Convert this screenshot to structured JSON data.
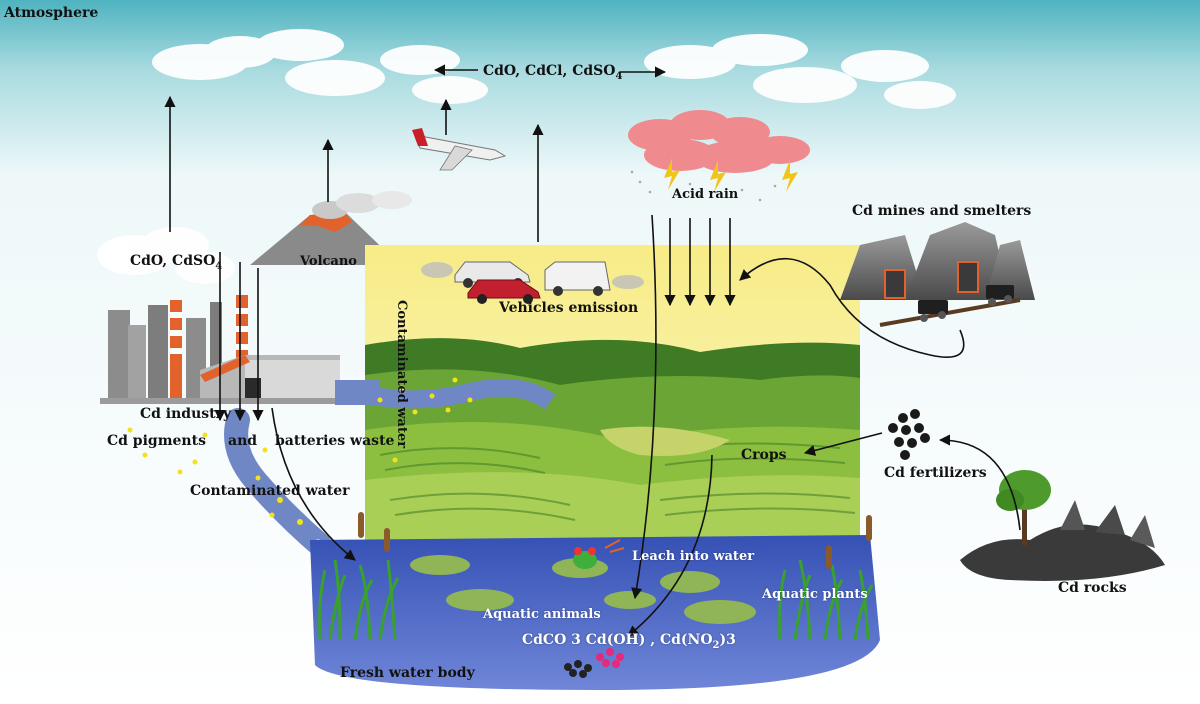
{
  "labels": {
    "atmosphere": "Atmosphere",
    "atm_compounds": "CdO, CdCl, CdSO",
    "atm_compounds_sub": "4",
    "industry_emission": "CdO, CdSO",
    "industry_emission_sub": "4",
    "volcano": "Volcano",
    "vehicles": "Vehicles emission",
    "acid_rain": "Acid rain",
    "mines": "Cd mines and smelters",
    "cd_industry": "Cd industry",
    "pigments": "Cd pigments",
    "and": "and",
    "batteries": "batteries waste",
    "contaminated_water_vertical": "Contaminated water",
    "contaminated_water": "Contaminated water",
    "crops": "Crops",
    "fertilizers": "Cd fertilizers",
    "rocks": "Cd rocks",
    "leach": "Leach into water",
    "aquatic_animals": "Aquatic animals",
    "aquatic_plants": "Aquatic plants",
    "precipitates": "CdCO 3 Cd(OH) , Cd(NO",
    "precipitates_sub": "2",
    "precipitates_tail": ")3",
    "fresh_water": "Fresh water body"
  },
  "colors": {
    "sky_top": "#5fb9c6",
    "water": "#3a57b8",
    "field_green": "#5f9a2c",
    "field_sky": "#f6ec8a",
    "acid_cloud": "#f0878c",
    "factory_orange": "#e2622b",
    "pollutant_yellow": "#f2e21a"
  },
  "icons": [
    "cloud-icon",
    "airplane-icon",
    "volcano-icon",
    "car-icon",
    "van-icon",
    "factory-icon",
    "mine-icon",
    "frog-icon",
    "tree-icon",
    "rock-icon",
    "lightning-icon"
  ]
}
